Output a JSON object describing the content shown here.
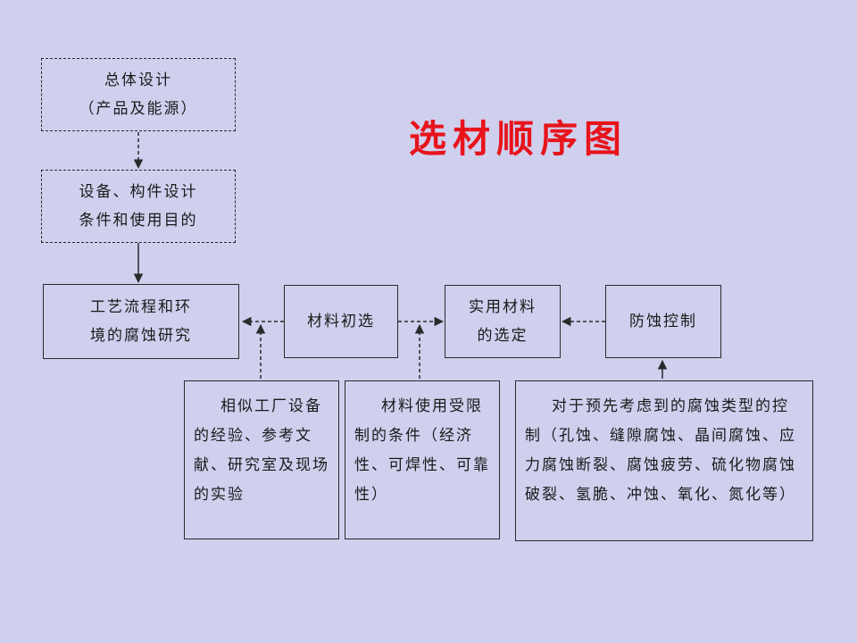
{
  "diagram": {
    "title": "选材顺序图",
    "nodes": {
      "overall_design": [
        "总体设计",
        "（产品及能源）"
      ],
      "equipment_design": [
        "设备、构件设计",
        "条件和使用目的"
      ],
      "process_study": [
        "工艺流程和环",
        "境的腐蚀研究"
      ],
      "preliminary_selection": [
        "材料初选"
      ],
      "final_selection": [
        "实用材料",
        "的选定"
      ],
      "corrosion_control": [
        "防蚀控制"
      ],
      "similar_experience": "相似工厂设备的经验、参考文献、研究室及现场的实验",
      "usage_limits": "材料使用受限制的条件（经济性、可焊性、可靠性）",
      "corrosion_types": "对于预先考虑到的腐蚀类型的控制（孔蚀、缝隙腐蚀、晶间腐蚀、应力腐蚀断裂、腐蚀疲劳、硫化物腐蚀破裂、氢脆、冲蚀、氧化、氮化等）"
    }
  },
  "colors": {
    "background": "#cfd0ee",
    "title": "#e8141c",
    "line": "#2a2a2a"
  }
}
